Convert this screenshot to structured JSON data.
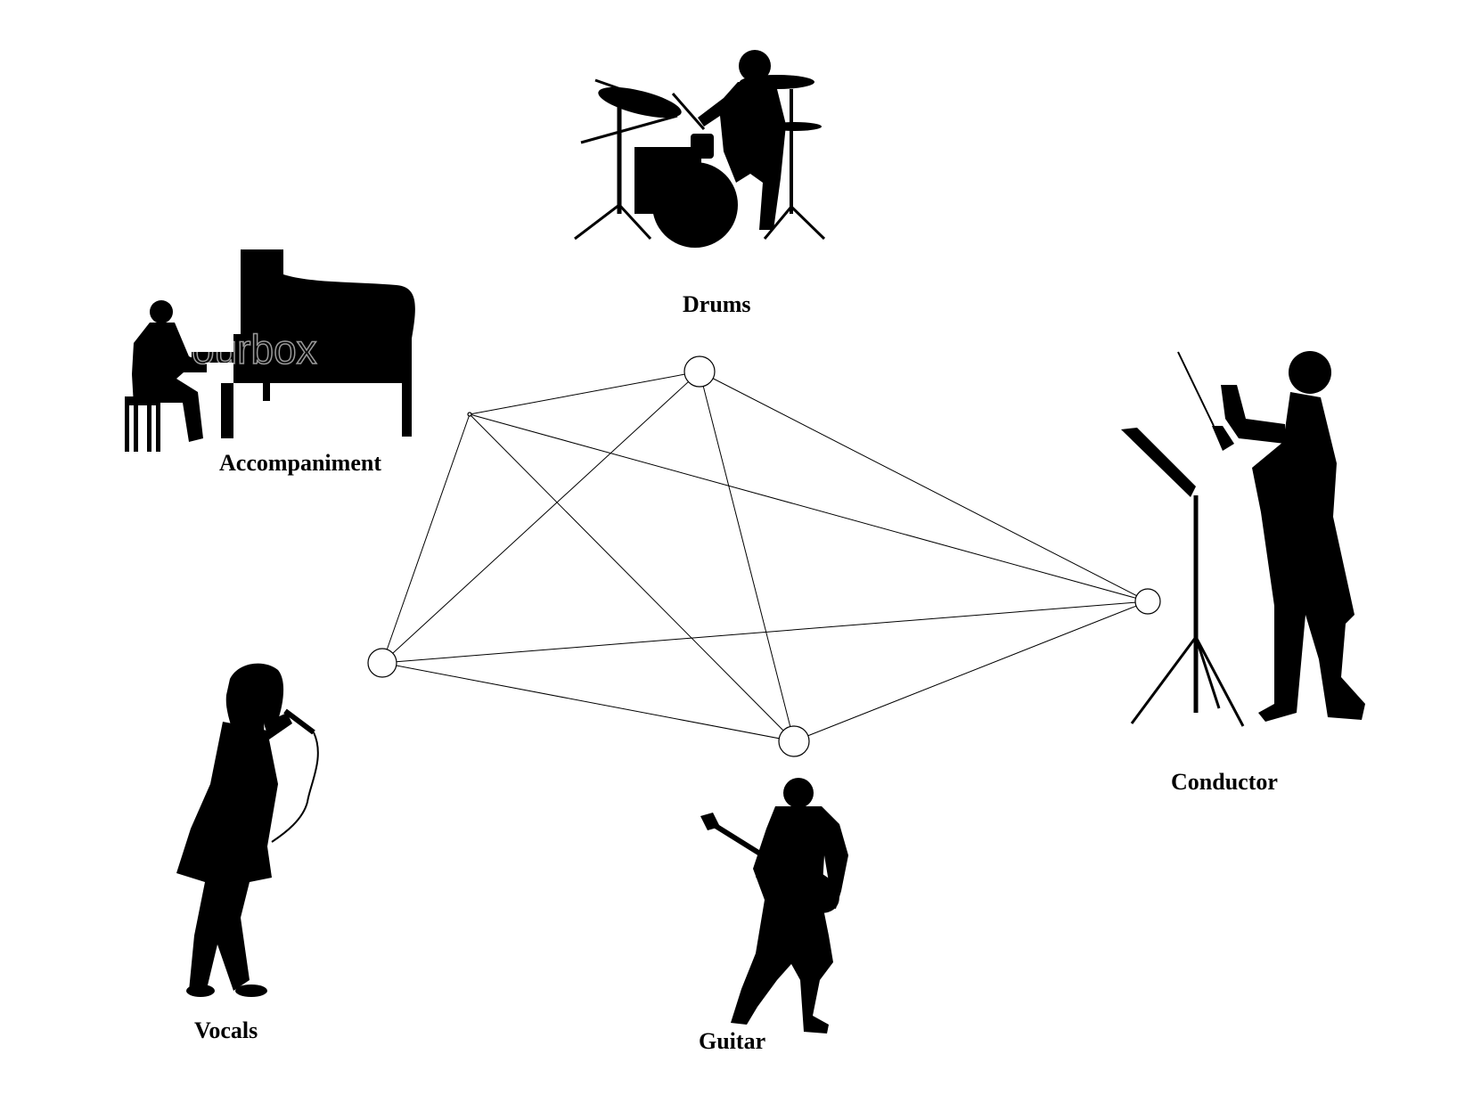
{
  "labels": {
    "drums": "Drums",
    "accompaniment": "Accompaniment",
    "conductor": "Conductor",
    "vocals": "Vocals",
    "guitar": "Guitar"
  },
  "watermark": "ourbox",
  "icons": {
    "drums": "drummer-silhouette-icon",
    "accompaniment": "pianist-silhouette-icon",
    "conductor": "conductor-silhouette-icon",
    "vocals": "singer-silhouette-icon",
    "guitar": "guitarist-silhouette-icon"
  },
  "colors": {
    "background": "#ffffff",
    "ink": "#000000"
  },
  "graph": {
    "nodes": [
      "accompaniment",
      "drums",
      "conductor",
      "guitar",
      "vocals"
    ],
    "edges": [
      [
        "accompaniment",
        "drums"
      ],
      [
        "accompaniment",
        "conductor"
      ],
      [
        "accompaniment",
        "guitar"
      ],
      [
        "accompaniment",
        "vocals"
      ],
      [
        "drums",
        "conductor"
      ],
      [
        "drums",
        "guitar"
      ],
      [
        "drums",
        "vocals"
      ],
      [
        "conductor",
        "guitar"
      ],
      [
        "conductor",
        "vocals"
      ],
      [
        "guitar",
        "vocals"
      ]
    ]
  }
}
